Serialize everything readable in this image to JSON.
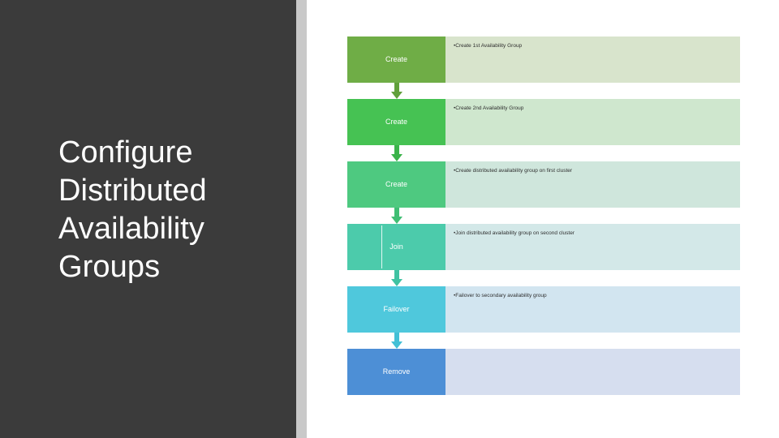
{
  "slide": {
    "title": "Configure Distributed Availability Groups",
    "background_color": "#3b3b3b",
    "divider_color": "#c9c9c9",
    "title_color": "#ffffff"
  },
  "process": {
    "steps": [
      {
        "label": "Create",
        "description": "Create 1st Availability Group",
        "box_color": "#6FAD46",
        "panel_color": "#D8E4CC",
        "arrow_color": "#60A03B"
      },
      {
        "label": "Create",
        "description": "Create 2nd Availability Group",
        "box_color": "#46C253",
        "panel_color": "#CFE7CE",
        "arrow_color": "#3BB34A"
      },
      {
        "label": "Create",
        "description": "Create distributed availability group on first cluster",
        "box_color": "#4EC980",
        "panel_color": "#CFE6DC",
        "arrow_color": "#3FBE74"
      },
      {
        "label": "Join",
        "description": "Join distributed availability group on second cluster",
        "box_color": "#4CCBAB",
        "panel_color": "#D3E8E8",
        "arrow_color": "#3FC2A2",
        "marker": true
      },
      {
        "label": "Failover",
        "description": "Failover to secondary availability group",
        "box_color": "#4FC8DC",
        "panel_color": "#D2E5F0",
        "arrow_color": "#43C0D6"
      },
      {
        "label": "Remove",
        "description": "",
        "box_color": "#4D8FD6",
        "panel_color": "#D6DEEF",
        "arrow_color": "#4D8FD6"
      }
    ],
    "bullet": "•"
  }
}
